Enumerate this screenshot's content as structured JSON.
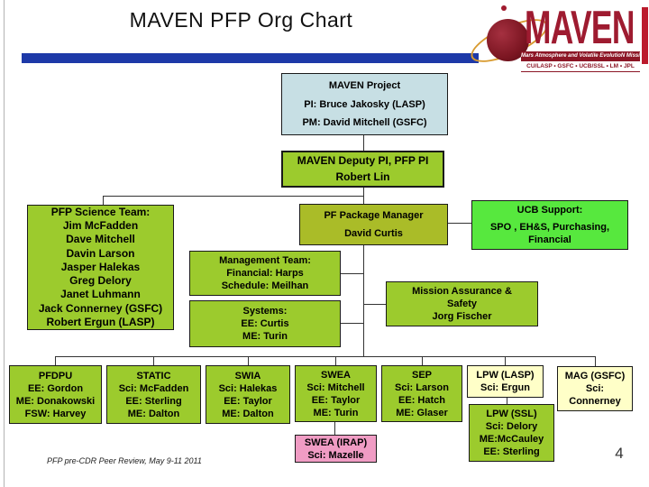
{
  "slide": {
    "title": "MAVEN PFP Org Chart",
    "footer": "PFP pre-CDR Peer Review, May 9-11 2011",
    "page_number": "4"
  },
  "logo": {
    "wordmark": "MAVEN",
    "tagline": "Mars Atmosphere and Volatile EvolutioN Mission",
    "partners": "CU/LASP • GSFC • UCB/SSL • LM • JPL"
  },
  "colors": {
    "accent_bar_blue": "#1d39a8",
    "logo_red": "#9e1b30",
    "side_bar_red": "#bb1a2c",
    "box_green": "#9ccb2d",
    "box_olive": "#aabc28",
    "box_bright_green": "#57e83e",
    "box_light_blue": "#c7dfe4",
    "box_pale_yellow": "#ffffc8",
    "box_pink": "#f09cc4"
  },
  "org": {
    "project": {
      "lines": [
        "MAVEN Project",
        "PI: Bruce Jakosky (LASP)",
        "PM: David Mitchell (GSFC)"
      ]
    },
    "deputy": {
      "lines": [
        "MAVEN Deputy PI, PFP PI",
        "Robert Lin"
      ]
    },
    "science_team": {
      "lines": [
        "PFP Science Team:",
        "Jim McFadden",
        "Dave Mitchell",
        "Davin Larson",
        "Jasper Halekas",
        "Greg Delory",
        "Janet Luhmann",
        "Jack Connerney (GSFC)",
        "Robert Ergun (LASP)"
      ]
    },
    "pf_manager": {
      "lines": [
        "PF Package Manager",
        "David Curtis"
      ]
    },
    "ucb_support": {
      "lines": [
        "UCB Support:",
        "SPO , EH&S, Purchasing,",
        "Financial"
      ]
    },
    "management": {
      "lines": [
        "Management Team:",
        "Financial: Harps",
        "Schedule: Meilhan"
      ]
    },
    "systems": {
      "lines": [
        "Systems:",
        "EE: Curtis",
        "ME: Turin"
      ]
    },
    "mission_assurance": {
      "lines": [
        "Mission Assurance &",
        "Safety",
        "Jorg Fischer"
      ]
    },
    "pfdpu": {
      "lines": [
        "PFDPU",
        "EE: Gordon",
        "ME: Donakowski",
        "FSW: Harvey"
      ]
    },
    "static": {
      "lines": [
        "STATIC",
        "Sci: McFadden",
        "EE: Sterling",
        "ME: Dalton"
      ]
    },
    "swia": {
      "lines": [
        "SWIA",
        "Sci: Halekas",
        "EE: Taylor",
        "ME: Dalton"
      ]
    },
    "swea": {
      "lines": [
        "SWEA",
        "Sci: Mitchell",
        "EE: Taylor",
        "ME: Turin"
      ]
    },
    "sep": {
      "lines": [
        "SEP",
        "Sci: Larson",
        "EE: Hatch",
        "ME: Glaser"
      ]
    },
    "lpw_lasp": {
      "lines": [
        "LPW (LASP)",
        "Sci: Ergun"
      ]
    },
    "mag_gsfc": {
      "lines": [
        "MAG (GSFC)",
        "Sci:",
        "Connerney"
      ]
    },
    "lpw_ssl": {
      "lines": [
        "LPW (SSL)",
        "Sci: Delory",
        "ME:McCauley",
        "EE: Sterling"
      ]
    },
    "swea_irap": {
      "lines": [
        "SWEA (IRAP)",
        "Sci: Mazelle"
      ]
    }
  }
}
